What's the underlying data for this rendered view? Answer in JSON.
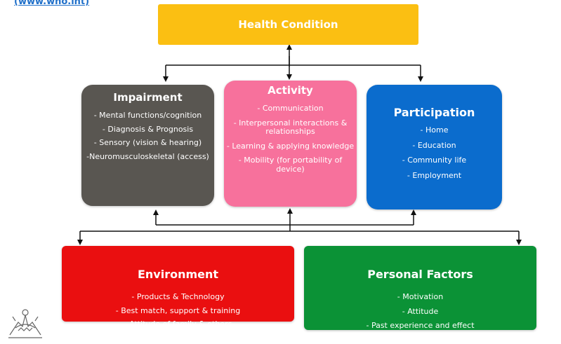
{
  "source_link": "(www.who.int)",
  "health_condition": {
    "title": "Health Condition"
  },
  "impairment": {
    "title": "Impairment",
    "items": [
      "- Mental functions/cognition",
      "- Diagnosis & Prognosis",
      "- Sensory (vision & hearing)",
      "-Neuromusculoskeletal (access)"
    ]
  },
  "activity": {
    "title": "Activity",
    "items": [
      "- Communication",
      "- Interpersonal interactions & relationships",
      "- Learning & applying knowledge",
      "- Mobility (for portability of device)"
    ]
  },
  "participation": {
    "title": "Participation",
    "items": [
      "- Home",
      "- Education",
      "- Community life",
      "- Employment"
    ]
  },
  "environment": {
    "title": "Environment",
    "items": [
      "- Products & Technology",
      "- Best match, support & training",
      "- Attitude of family & others"
    ]
  },
  "personal_factors": {
    "title": "Personal Factors",
    "items": [
      "- Motivation",
      "- Attitude",
      "- Past experience and effect"
    ]
  },
  "colors": {
    "health": "#fbbf12",
    "impairment": "#595651",
    "activity": "#f7719c",
    "participation": "#0b6ccd",
    "environment": "#ea0f10",
    "personal": "#0b9236",
    "connector": "#111111"
  }
}
